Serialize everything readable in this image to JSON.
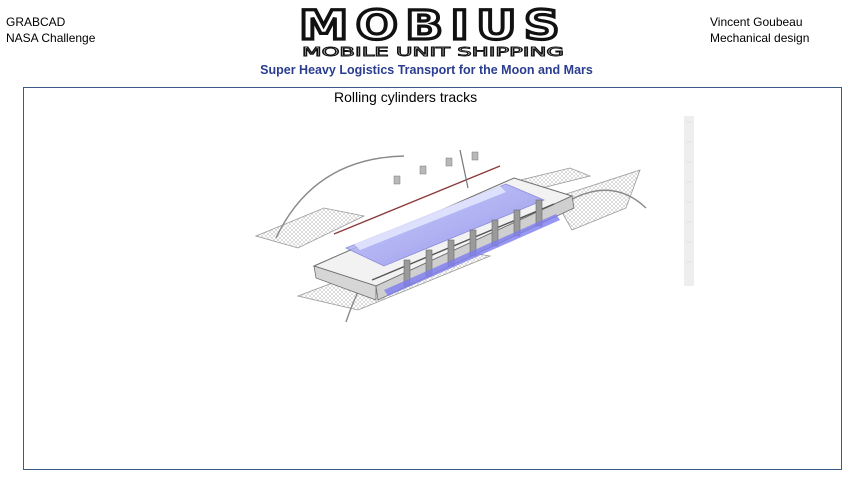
{
  "header": {
    "left_lines": [
      "GRABCAD",
      "NASA Challenge"
    ],
    "right_lines": [
      "Vincent Goubeau",
      "Mechanical design"
    ],
    "logo": {
      "wordmark": "MOBIUS",
      "tagline": "MOBILE UNIT SHIPPING"
    },
    "subtitle": "Super Heavy Logistics Transport for the Moon and Mars"
  },
  "content": {
    "caption": "Rolling cylinders tracks",
    "image_icon": "vehicle-render-icon"
  },
  "colors": {
    "subtitle": "#2a3d8f",
    "frame_border": "#3b5a86",
    "cargo_highlight": "#7d7df0"
  }
}
